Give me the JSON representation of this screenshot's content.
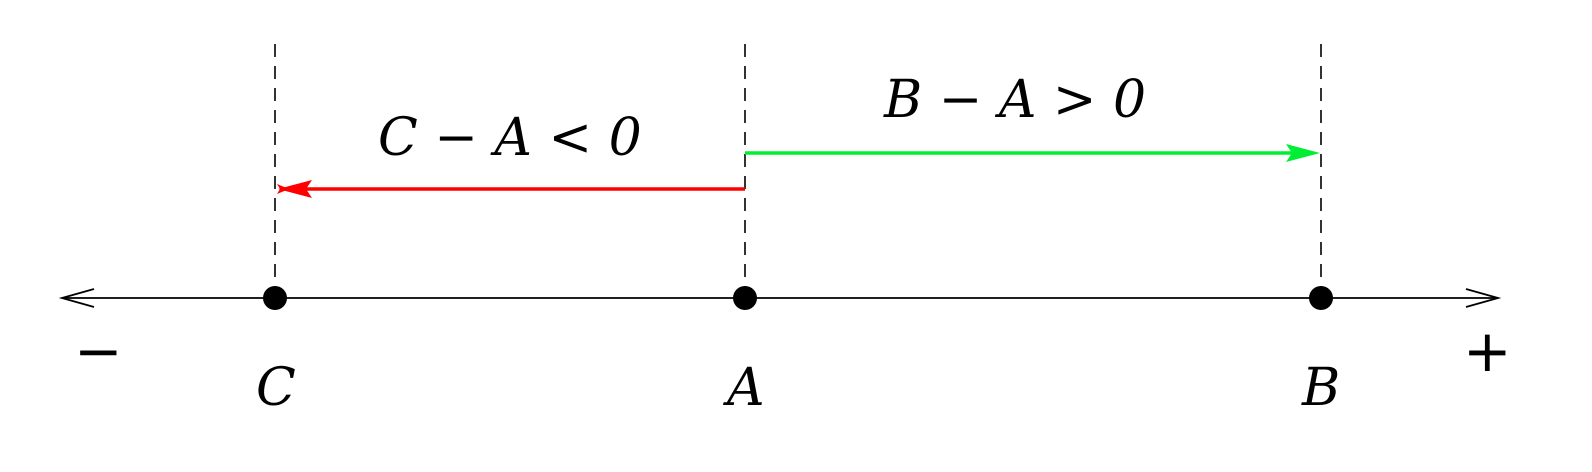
{
  "points": {
    "c": "C",
    "a": "A",
    "b": "B"
  },
  "signs": {
    "negative": "−",
    "positive": "+"
  },
  "expressions": {
    "c_minus_a": "C − A < 0",
    "b_minus_a": "B − A > 0"
  },
  "colors": {
    "negative_arrow": "#ff0000",
    "positive_arrow": "#00ee33",
    "axis": "#000000"
  }
}
